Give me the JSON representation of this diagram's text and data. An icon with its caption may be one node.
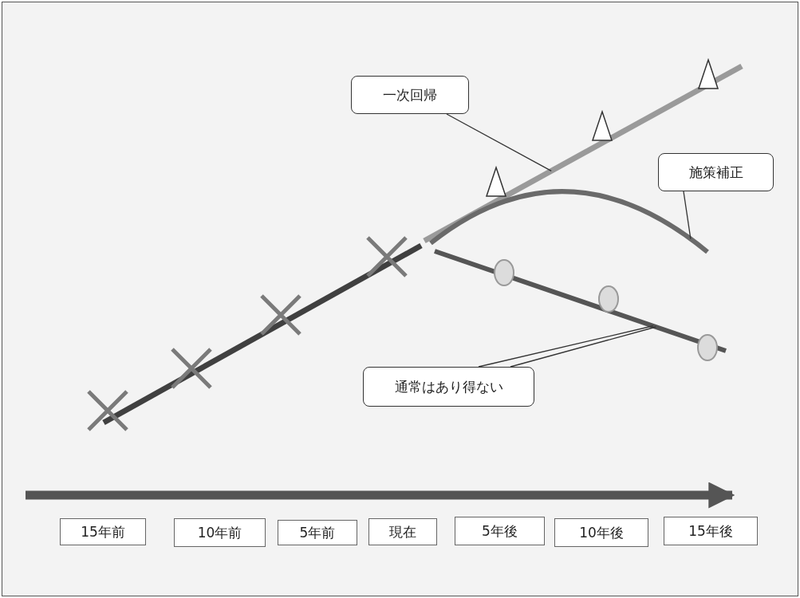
{
  "diagram": {
    "nodes": [
      {
        "text": [
          "一次回帰"
        ]
      },
      {
        "text": [
          "施策補正"
        ]
      },
      {
        "text": [
          "通常はあり得ない"
        ]
      },
      {
        "text": [],
        "shape": "line"
      },
      {
        "text": [],
        "shape": "line"
      },
      {
        "text": [],
        "shape": "line"
      },
      {
        "text": [
          "15年前"
        ]
      },
      {
        "text": [
          "10年前"
        ]
      },
      {
        "text": [
          "5年前"
        ]
      },
      {
        "text": [
          "現在"
        ]
      },
      {
        "text": [
          "5年後"
        ]
      },
      {
        "text": [
          "10年後"
        ]
      },
      {
        "text": [
          "15年後"
        ]
      },
      {
        "text": [],
        "shape": "line"
      }
    ],
    "edges": [
      {
        "from": 0,
        "to": 3,
        "arrow": "none"
      },
      {
        "from": 1,
        "to": 4,
        "arrow": "none"
      },
      {
        "from": 2,
        "to": 5,
        "arrow": "none"
      },
      {
        "from": 2,
        "to": 5,
        "arrow": "none"
      }
    ]
  }
}
